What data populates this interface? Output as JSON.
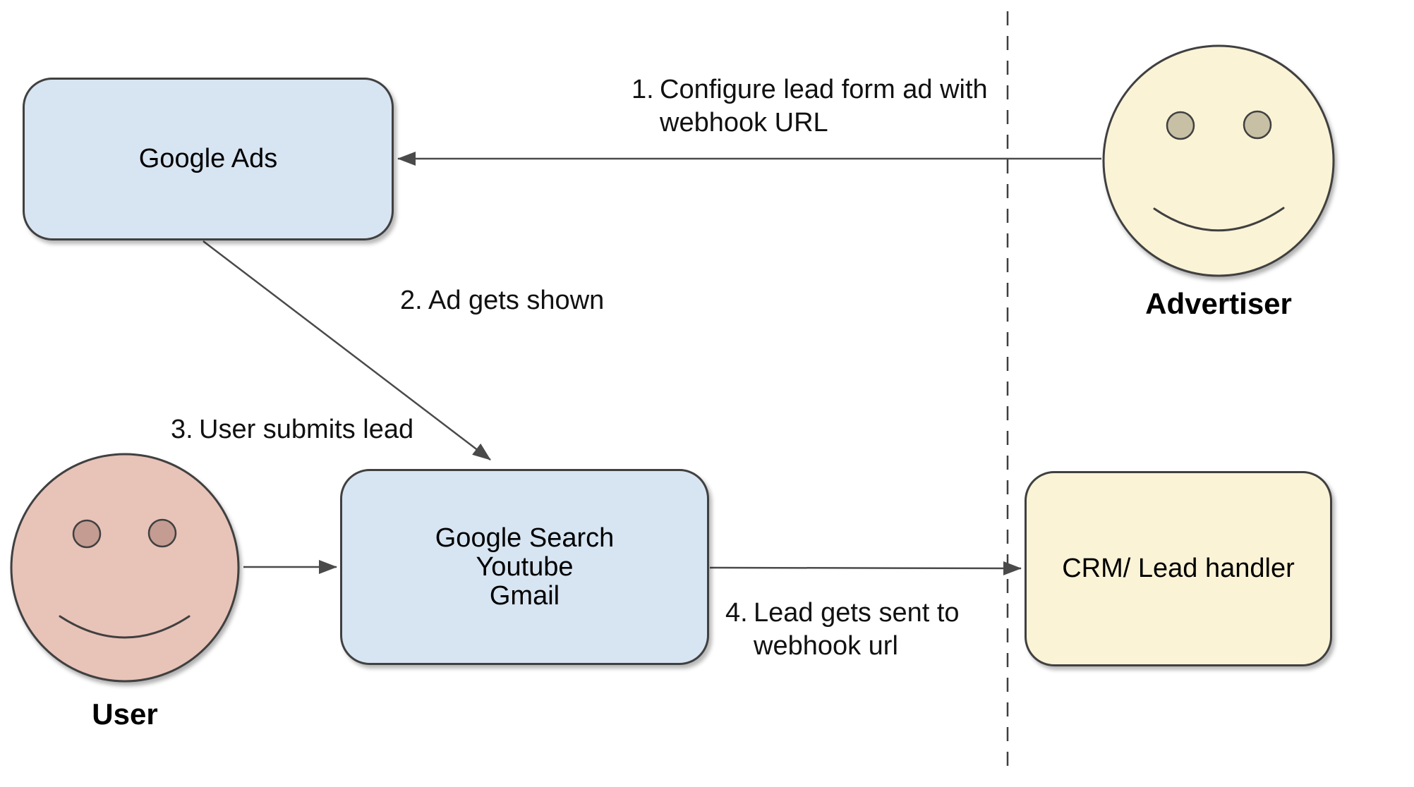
{
  "diagram": {
    "nodes": {
      "google_ads": {
        "label": "Google Ads"
      },
      "google_surfaces": {
        "lines": [
          "Google Search",
          "Youtube",
          "Gmail"
        ]
      },
      "crm": {
        "label": "CRM/ Lead handler"
      }
    },
    "actors": {
      "advertiser": {
        "label": "Advertiser"
      },
      "user": {
        "label": "User"
      }
    },
    "steps": [
      {
        "num": "1.",
        "lines": [
          "Configure lead form ad with",
          "webhook URL"
        ]
      },
      {
        "num": "2.",
        "lines": [
          "Ad gets shown"
        ]
      },
      {
        "num": "3.",
        "lines": [
          "User submits lead"
        ]
      },
      {
        "num": "4.",
        "lines": [
          "Lead gets sent to",
          "webhook url"
        ]
      }
    ],
    "colors": {
      "node_blue": "#d7e4f2",
      "node_yellow": "#faf3d6",
      "user_face": "#e8c3b8",
      "user_eye": "#c49c92",
      "advertiser_face": "#faf3d6",
      "advertiser_eye": "#c8c0a5",
      "stroke": "#404040",
      "arrow": "#4a4a4a"
    }
  }
}
